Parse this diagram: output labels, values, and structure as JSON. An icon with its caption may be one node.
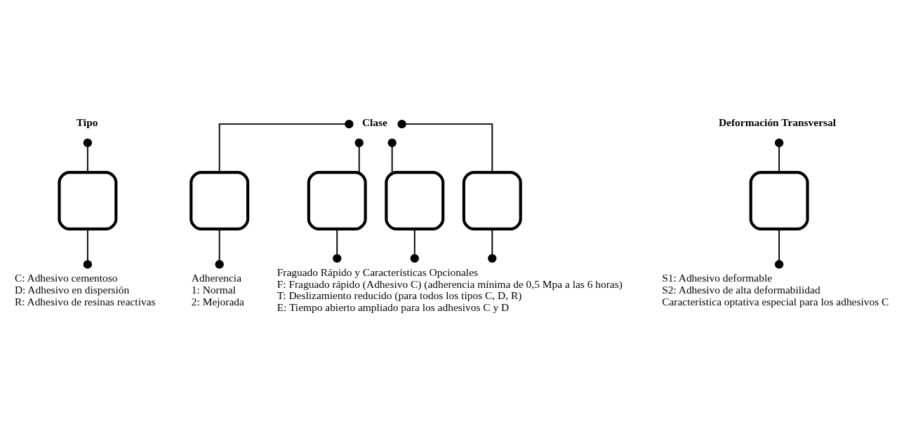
{
  "diagram": {
    "nodes": [
      {
        "text": [
          "Tipo"
        ]
      },
      {
        "text": [
          "Clase"
        ]
      },
      {
        "text": [
          "Deformación Transversal"
        ]
      },
      {
        "text": [],
        "shape": "box"
      },
      {
        "text": [],
        "shape": "box"
      },
      {
        "text": [],
        "shape": "box"
      },
      {
        "text": [],
        "shape": "box"
      },
      {
        "text": [],
        "shape": "box"
      },
      {
        "text": [],
        "shape": "box"
      },
      {
        "text": [
          "Adherencia",
          "1: Normal",
          "2: Mejorada"
        ]
      },
      {
        "text": [
          "S1: Adhesivo deformable",
          "S2: Adhesivo de alta deformabilidad",
          "Característica optativa especial para los adhesivos C"
        ]
      },
      {
        "text": [
          "C: Adhesivo cementoso",
          "D: Adhesivo en dispersión",
          "R: Adhesivo de resinas reactivas"
        ]
      },
      {
        "text": [
          "Fraguado Rápido y Características Opcionales",
          "F: Fraguado rápido (Adhesivo C) (adherencia mínima de 0,5 Mpa a las 6 horas)",
          "T: Deslizamiento reducido (para todos los tipos C, D, R)",
          "E: Tiempo abierto ampliado para los adhesivos C y D"
        ]
      }
    ],
    "edges": [
      {
        "from": 0,
        "to": 3,
        "arrow": "other"
      },
      {
        "from": 1,
        "to": 4,
        "arrow": "other"
      },
      {
        "from": 1,
        "to": 5,
        "arrow": "other"
      },
      {
        "from": 1,
        "to": 6,
        "arrow": "other"
      },
      {
        "from": 1,
        "to": 7,
        "arrow": "other"
      },
      {
        "from": 2,
        "to": 8,
        "arrow": "other"
      },
      {
        "from": 3,
        "to": 11,
        "arrow": "other"
      },
      {
        "from": 4,
        "to": 9,
        "arrow": "other"
      },
      {
        "from": 5,
        "to": 12,
        "arrow": "other"
      },
      {
        "from": 6,
        "to": 12,
        "arrow": "other"
      },
      {
        "from": 7,
        "to": 12,
        "arrow": "other"
      },
      {
        "from": 8,
        "to": 10,
        "arrow": "other"
      }
    ]
  }
}
